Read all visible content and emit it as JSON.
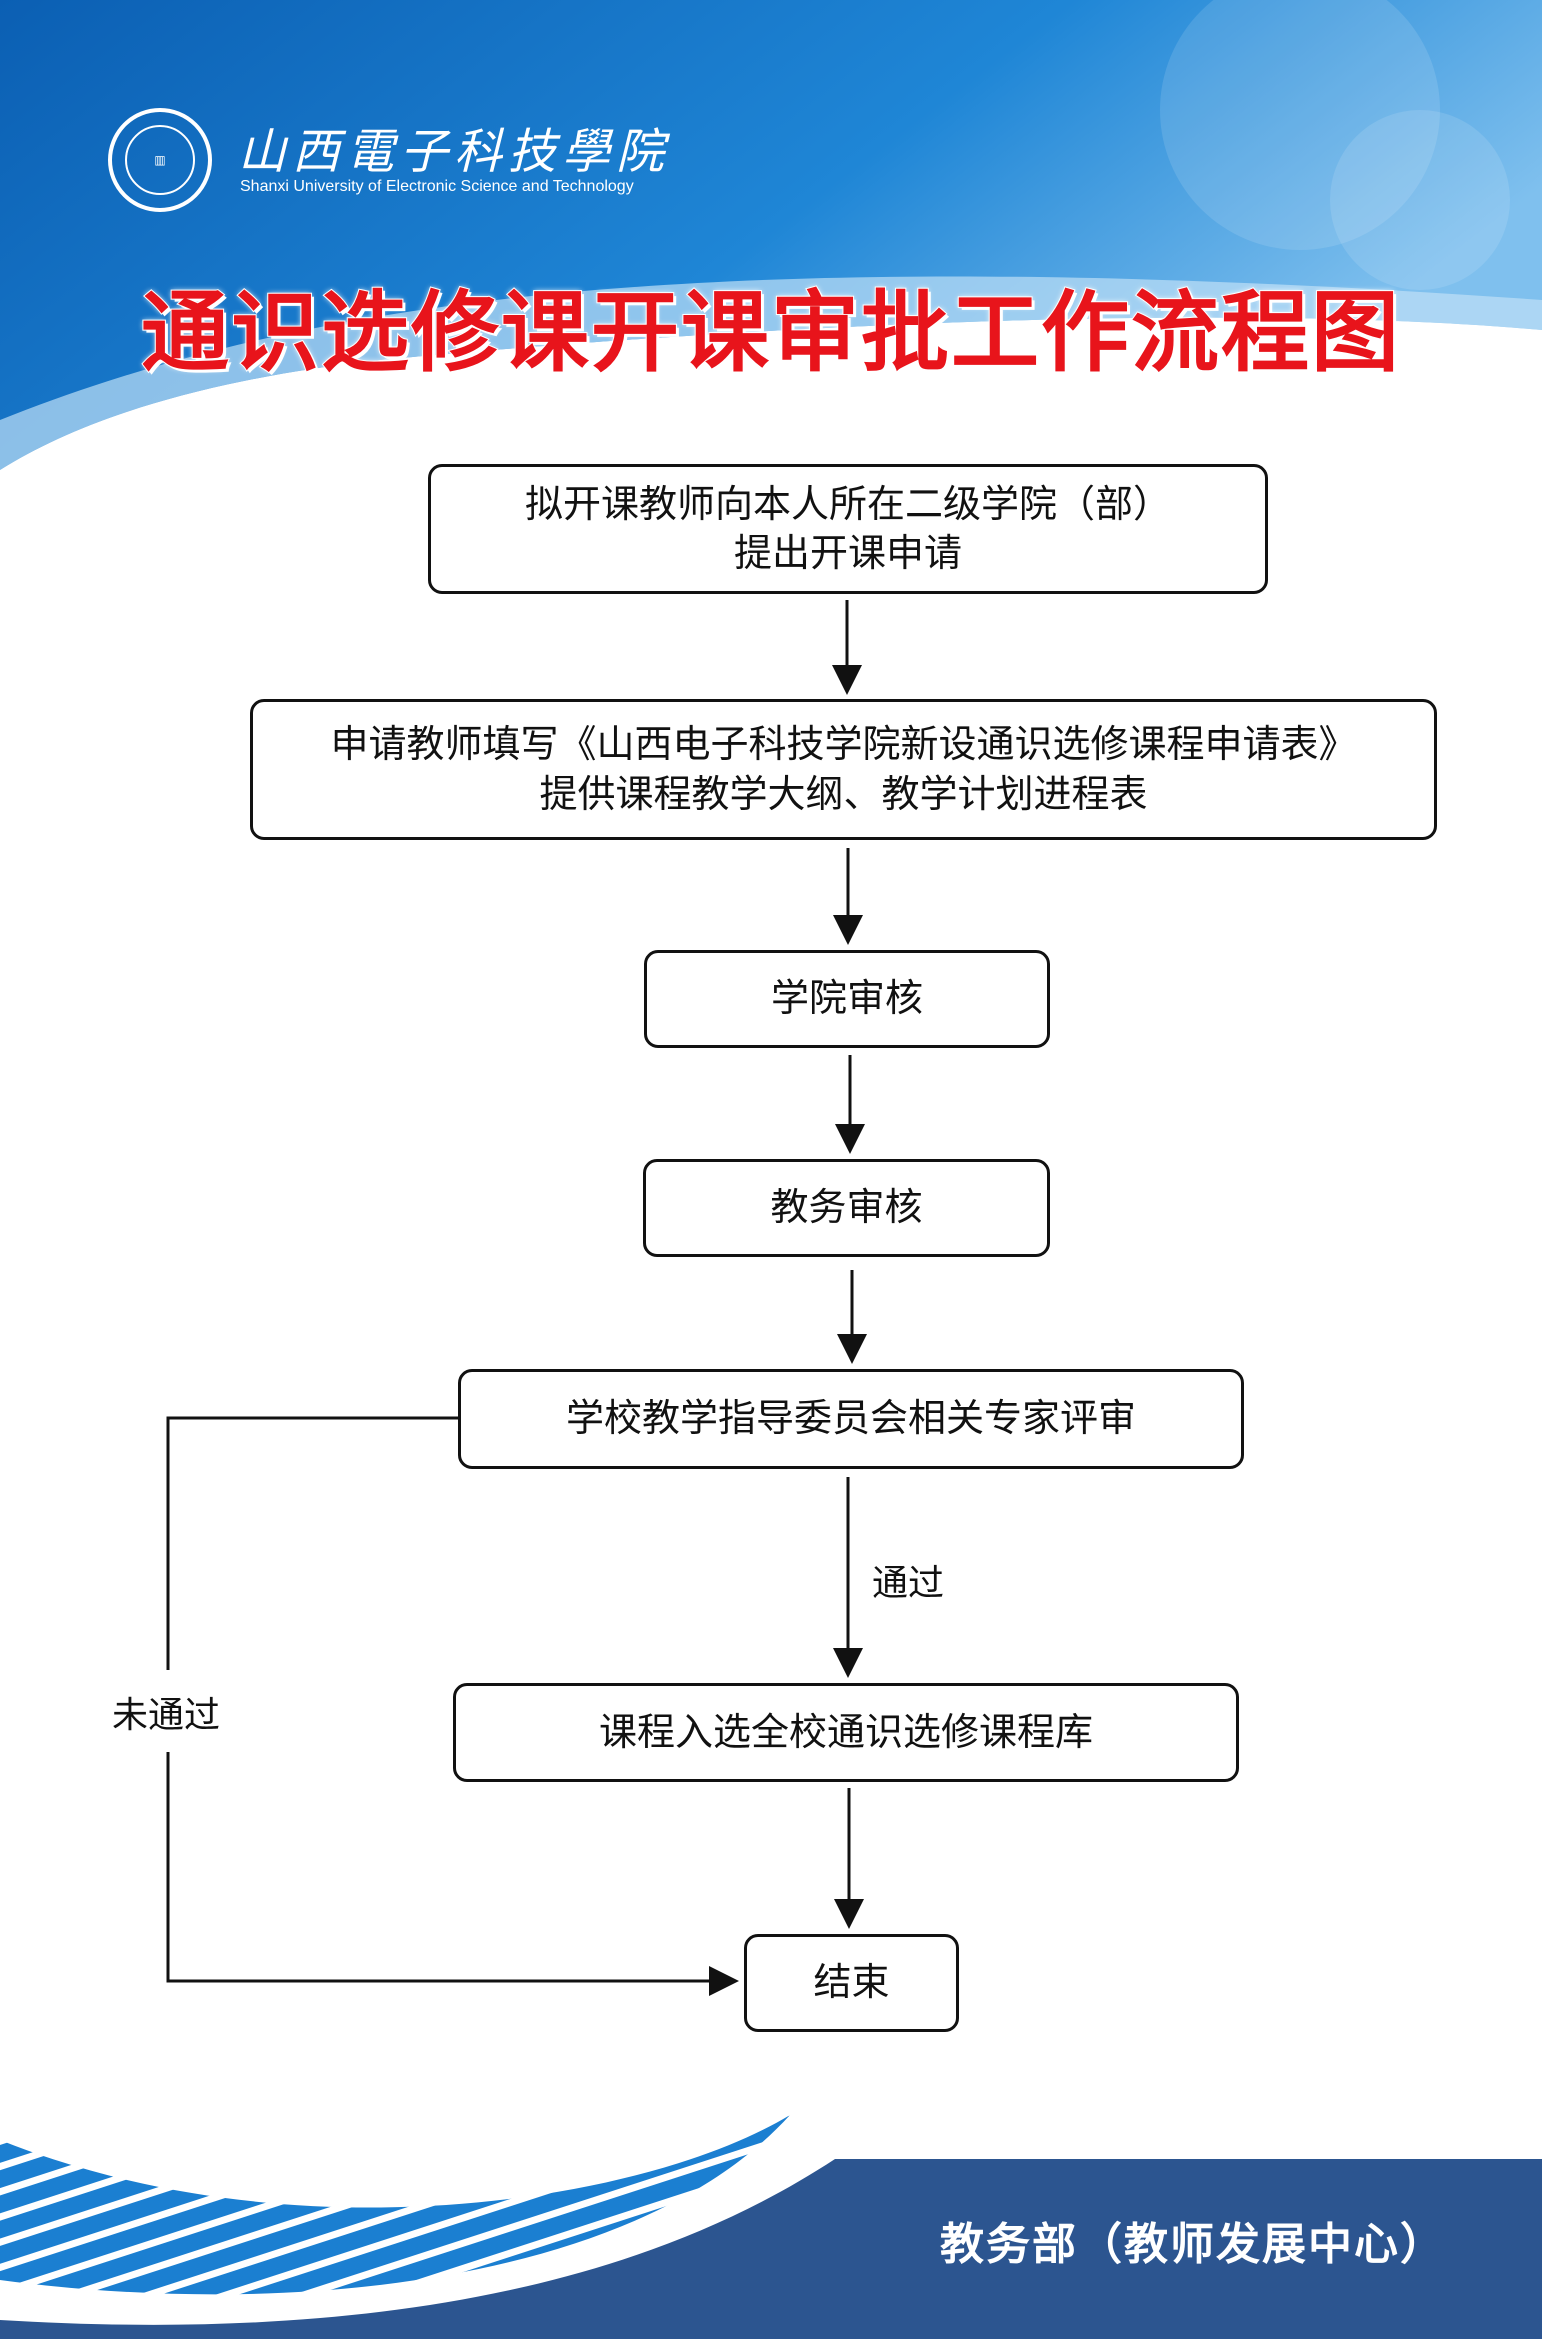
{
  "header": {
    "school_name_cn": "山西電子科技學院",
    "school_name_en": "Shanxi University of Electronic Science and Technology",
    "title": "通识选修课开课审批工作流程图"
  },
  "flow": {
    "step1": {
      "line1": "拟开课教师向本人所在二级学院（部）",
      "line2": "提出开课申请"
    },
    "step2": {
      "line1": "申请教师填写《山西电子科技学院新设通识选修课程申请表》",
      "line2": "提供课程教学大纲、教学计划进程表"
    },
    "step3": "学院审核",
    "step4": "教务审核",
    "step5": "学校教学指导委员会相关专家评审",
    "step6": "课程入选全校通识选修课程库",
    "end": "结束",
    "pass_label": "通过",
    "fail_label": "未通过"
  },
  "footer": {
    "text": "教务部（教师发展中心）"
  },
  "colors": {
    "title": "#e8141b",
    "header_blue": "#1b74c4",
    "footer_blue": "#2c5590"
  }
}
